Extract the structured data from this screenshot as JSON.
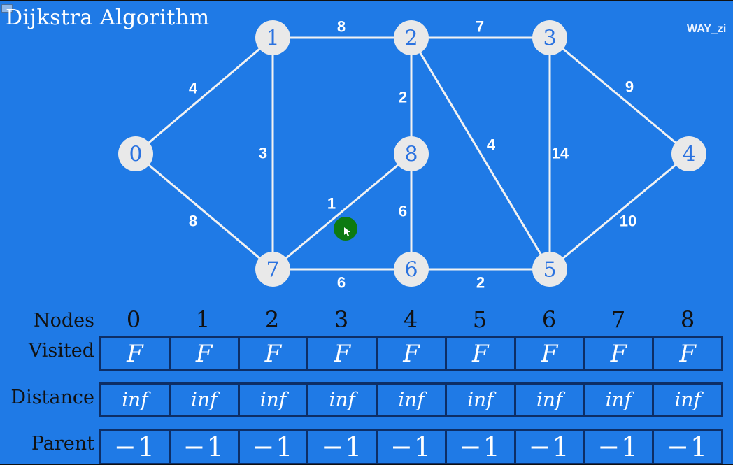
{
  "title": "Dijkstra Algorithm",
  "watermark": "WAY_zi",
  "colors": {
    "background": "#1f7ae6",
    "node_fill": "#e9e9e9",
    "node_text": "#2a72e0",
    "edge": "#f2f2f2",
    "table_border": "#0d2e66",
    "cursor": "#0d7a12"
  },
  "graph": {
    "nodes": [
      "0",
      "1",
      "2",
      "3",
      "4",
      "5",
      "6",
      "7",
      "8"
    ],
    "edges": [
      {
        "from": "0",
        "to": "1",
        "weight": "4"
      },
      {
        "from": "0",
        "to": "7",
        "weight": "8"
      },
      {
        "from": "1",
        "to": "2",
        "weight": "8"
      },
      {
        "from": "1",
        "to": "7",
        "weight": "3"
      },
      {
        "from": "2",
        "to": "3",
        "weight": "7"
      },
      {
        "from": "2",
        "to": "8",
        "weight": "2"
      },
      {
        "from": "2",
        "to": "5",
        "weight": "4"
      },
      {
        "from": "3",
        "to": "4",
        "weight": "9"
      },
      {
        "from": "3",
        "to": "5",
        "weight": "14"
      },
      {
        "from": "4",
        "to": "5",
        "weight": "10"
      },
      {
        "from": "5",
        "to": "6",
        "weight": "2"
      },
      {
        "from": "6",
        "to": "8",
        "weight": "6"
      },
      {
        "from": "6",
        "to": "7",
        "weight": "6"
      },
      {
        "from": "7",
        "to": "8",
        "weight": "1"
      }
    ]
  },
  "table": {
    "labels": {
      "nodes": "Nodes",
      "visited": "Visited",
      "distance": "Distance",
      "parent": "Parent"
    },
    "nodes": [
      "0",
      "1",
      "2",
      "3",
      "4",
      "5",
      "6",
      "7",
      "8"
    ],
    "visited": [
      "F",
      "F",
      "F",
      "F",
      "F",
      "F",
      "F",
      "F",
      "F"
    ],
    "distance": [
      "inf",
      "inf",
      "inf",
      "inf",
      "inf",
      "inf",
      "inf",
      "inf",
      "inf"
    ],
    "parent": [
      "−1",
      "−1",
      "−1",
      "−1",
      "−1",
      "−1",
      "−1",
      "−1",
      "−1"
    ]
  }
}
